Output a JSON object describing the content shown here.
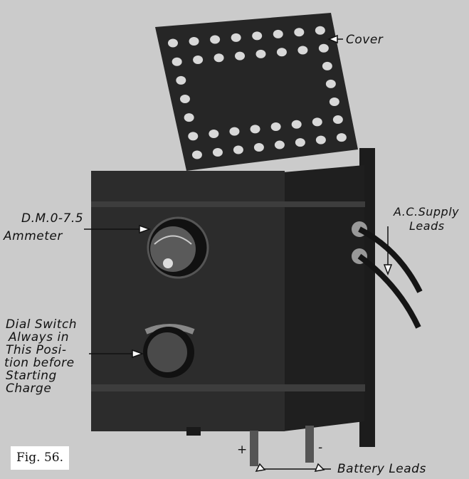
{
  "figure": {
    "label": "Fig. 56."
  },
  "callouts": {
    "cover": "Cover",
    "ammeter_line1": "D.M.0-7.5",
    "ammeter_line2": "Ammeter",
    "ac_line1": "A.C.Supply",
    "ac_line2": "Leads",
    "dial_lines": [
      "Dial Switch",
      "Always in",
      "This Posi-",
      "tion before",
      "Starting",
      "Charge"
    ],
    "plus": "+",
    "minus": "-",
    "battery": "Battery Leads"
  },
  "colors": {
    "background": "#cbcbcb",
    "device": "#2a2a2a",
    "text": "#111111"
  }
}
